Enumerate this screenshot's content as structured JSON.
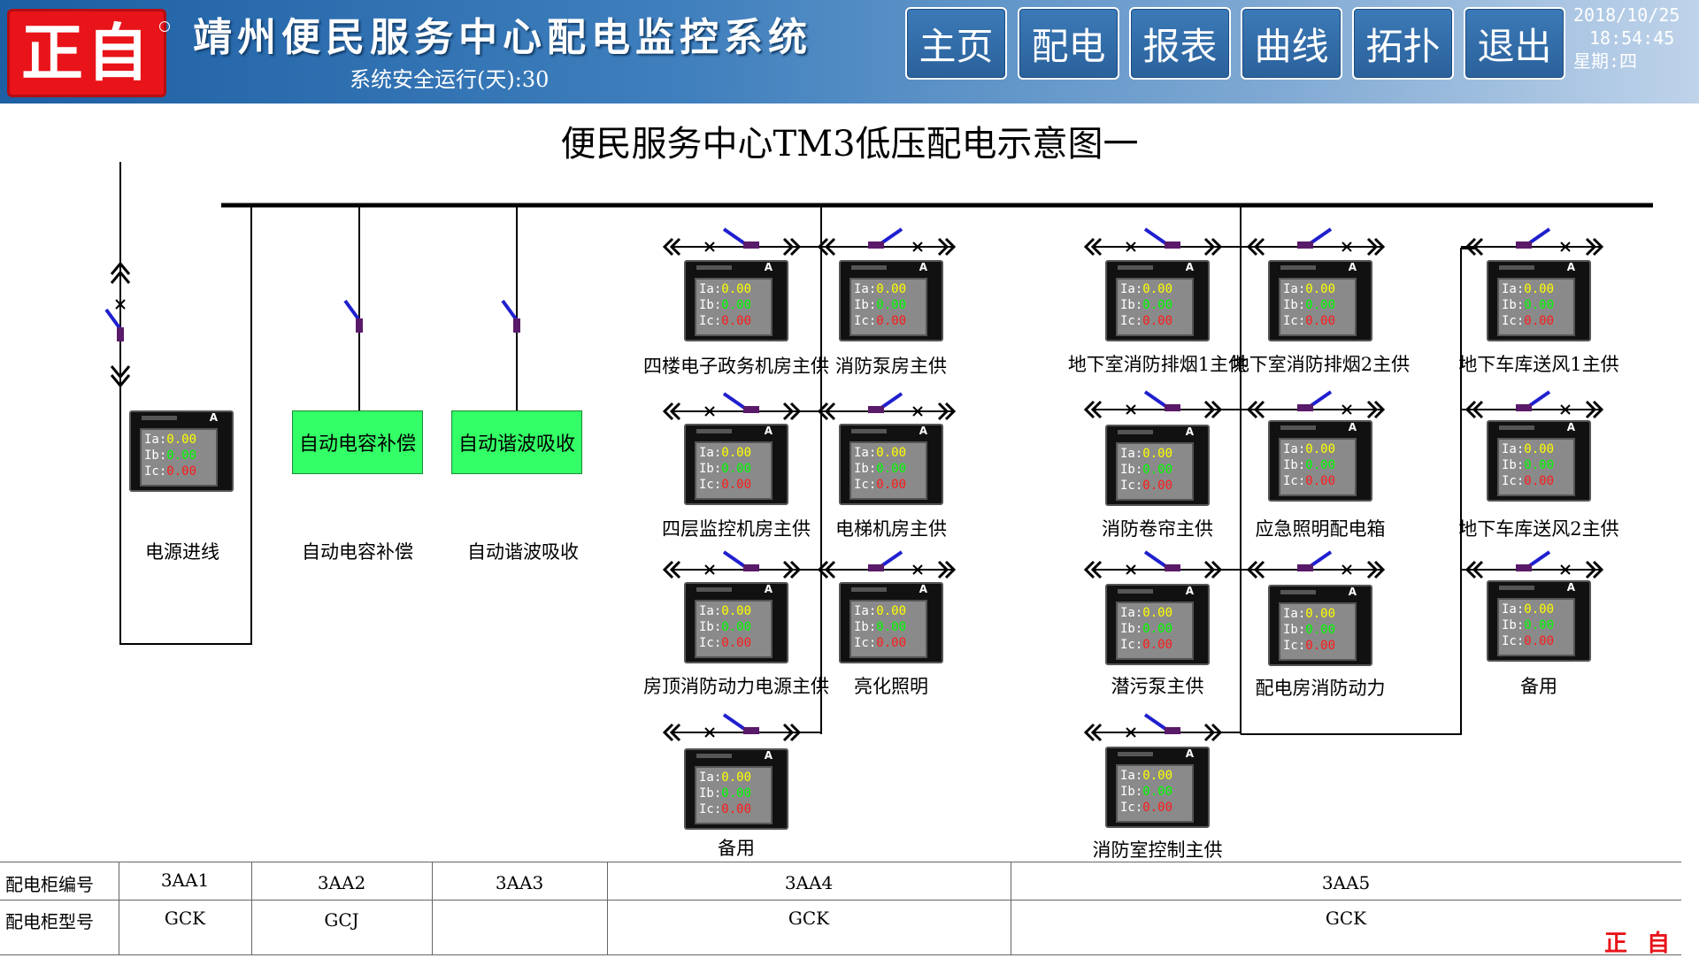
{
  "header": {
    "logo_text": "正自",
    "title": "靖州便民服务中心配电监控系统",
    "safe_label": "系统安全运行(天):",
    "safe_days": "30",
    "date": "2018/10/25",
    "time": "18:54:45",
    "weekday": "星期:四",
    "nav": [
      "主页",
      "配电",
      "报表",
      "曲线",
      "拓扑",
      "退出"
    ]
  },
  "colors": {
    "switch_blade": "#1f1fcf",
    "switch_contact": "#5a1a6a",
    "comp_box_fill": "#33ff66",
    "value_ia": "#ffff00",
    "value_ib": "#00ff00",
    "value_ic": "#ff1a1a",
    "brand_red": "#e8141a"
  },
  "diagram": {
    "title": "便民服务中心TM3低压配电示意图一",
    "incoming": {
      "label": "电源进线",
      "ia_label": "Ia:",
      "ib_label": "Ib:",
      "ic_label": "Ic:",
      "ia": "0.00",
      "ib": "0.00",
      "ic": "0.00"
    },
    "capacitor": {
      "box": "自动电容补偿",
      "label": "自动电容补偿"
    },
    "harmonic": {
      "box": "自动谐波吸收",
      "label": "自动谐波吸收"
    },
    "meter_labels": {
      "ia": "Ia:",
      "ib": "Ib:",
      "ic": "Ic:",
      "unit": "A"
    },
    "feeders": [
      {
        "label": "四楼电子政务机房主供",
        "ia": "0.00",
        "ib": "0.00",
        "ic": "0.00"
      },
      {
        "label": "消防泵房主供",
        "ia": "0.00",
        "ib": "0.00",
        "ic": "0.00"
      },
      {
        "label": "四层监控机房主供",
        "ia": "0.00",
        "ib": "0.00",
        "ic": "0.00"
      },
      {
        "label": "电梯机房主供",
        "ia": "0.00",
        "ib": "0.00",
        "ic": "0.00"
      },
      {
        "label": "房顶消防动力电源主供",
        "ia": "0.00",
        "ib": "0.00",
        "ic": "0.00"
      },
      {
        "label": "亮化照明",
        "ia": "0.00",
        "ib": "0.00",
        "ic": "0.00"
      },
      {
        "label": "备用",
        "ia": "0.00",
        "ib": "0.00",
        "ic": "0.00"
      },
      {
        "label": "地下室消防排烟1主供",
        "ia": "0.00",
        "ib": "0.00",
        "ic": "0.00"
      },
      {
        "label": "地下室消防排烟2主供",
        "ia": "0.00",
        "ib": "0.00",
        "ic": "0.00"
      },
      {
        "label": "地下车库送风1主供",
        "ia": "0.00",
        "ib": "0.00",
        "ic": "0.00"
      },
      {
        "label": "消防卷帘主供",
        "ia": "0.00",
        "ib": "0.00",
        "ic": "0.00"
      },
      {
        "label": "应急照明配电箱",
        "ia": "0.00",
        "ib": "0.00",
        "ic": "0.00"
      },
      {
        "label": "地下车库送风2主供",
        "ia": "0.00",
        "ib": "0.00",
        "ic": "0.00"
      },
      {
        "label": "潜污泵主供",
        "ia": "0.00",
        "ib": "0.00",
        "ic": "0.00"
      },
      {
        "label": "配电房消防动力",
        "ia": "0.00",
        "ib": "0.00",
        "ic": "0.00"
      },
      {
        "label": "备用",
        "ia": "0.00",
        "ib": "0.00",
        "ic": "0.00"
      },
      {
        "label": "消防室控制主供",
        "ia": "0.00",
        "ib": "0.00",
        "ic": "0.00"
      }
    ]
  },
  "table": {
    "row1_header": "配电柜编号",
    "row2_header": "配电柜型号",
    "cabinet_ids": [
      "3AA1",
      "3AA2",
      "3AA3",
      "3AA4",
      "3AA5"
    ],
    "cabinet_models": [
      "GCK",
      "GCJ",
      "",
      "GCK",
      "GCK"
    ]
  },
  "footer": {
    "logo_text": "正自"
  }
}
